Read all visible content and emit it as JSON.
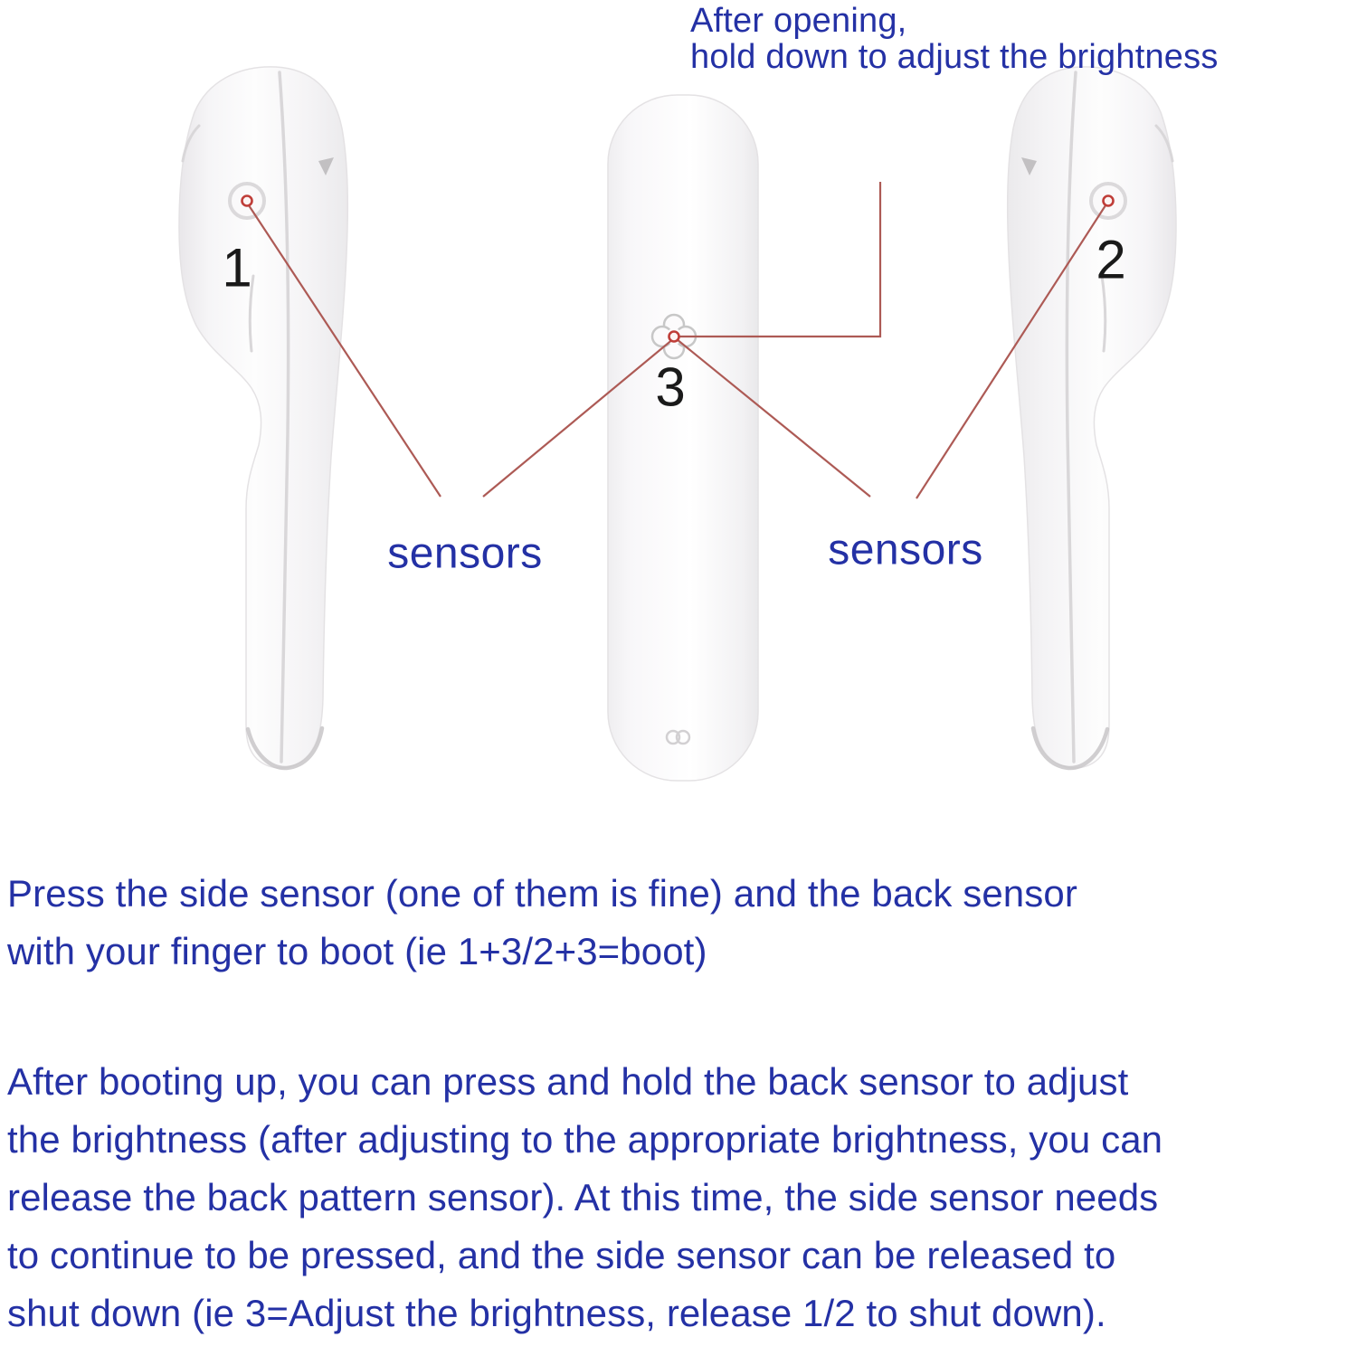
{
  "colors": {
    "text_blue": "#2431a5",
    "line_red": "#ad5a55",
    "dot_red": "#bf3d38",
    "number_black": "#1a1a1a",
    "device_stroke": "#e4e2e4",
    "device_seam": "#d9d7d9"
  },
  "annotation_top": {
    "line1": "After opening,",
    "line2": "hold down to adjust the brightness"
  },
  "diagram": {
    "labels": {
      "sensor1": "1",
      "sensor2": "2",
      "sensor3": "3",
      "left_sensors": "sensors",
      "right_sensors": "sensors"
    }
  },
  "paragraphs": {
    "p1": {
      "lines": [
        "Press the side sensor (one of them is fine) and the back sensor",
        "with your finger to boot (ie 1+3/2+3=boot)"
      ]
    },
    "p2": {
      "lines": [
        "After booting up, you can press and hold the back sensor to adjust",
        "the brightness (after adjusting to the appropriate brightness, you can",
        "release the back pattern sensor). At this time, the side sensor needs",
        "to continue to be pressed, and the side sensor can be released to",
        "shut down (ie 3=Adjust the brightness, release 1/2 to shut down)."
      ]
    }
  }
}
